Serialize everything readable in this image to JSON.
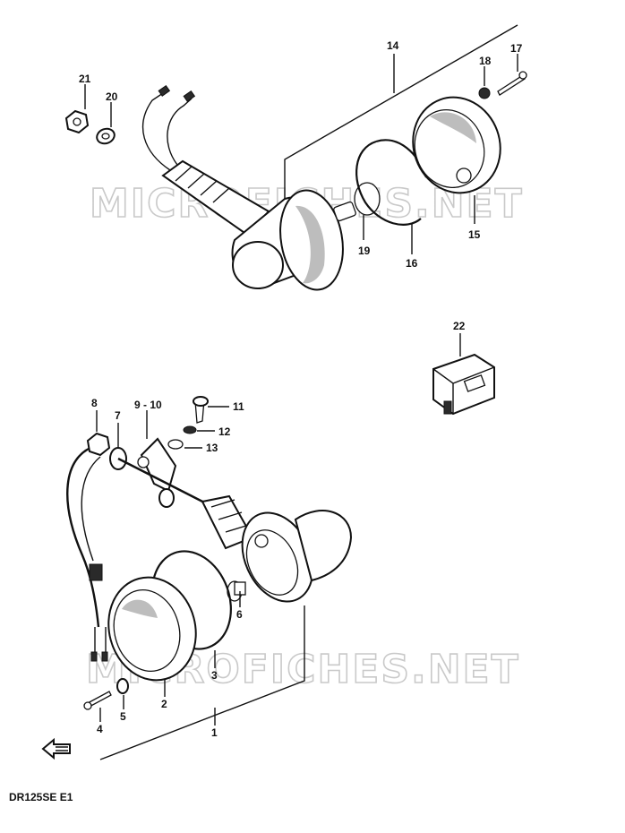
{
  "watermark": "MICROFICHES.NET",
  "caption": "DR125SE E1",
  "upper_assembly": {
    "labels": [
      "14",
      "17",
      "18",
      "21",
      "20",
      "19",
      "16",
      "15"
    ]
  },
  "relay": {
    "label": "22"
  },
  "lower_assembly": {
    "labels": [
      "8",
      "7",
      "9 - 10",
      "11",
      "12",
      "13",
      "6",
      "3",
      "2",
      "1",
      "4",
      "5"
    ]
  }
}
